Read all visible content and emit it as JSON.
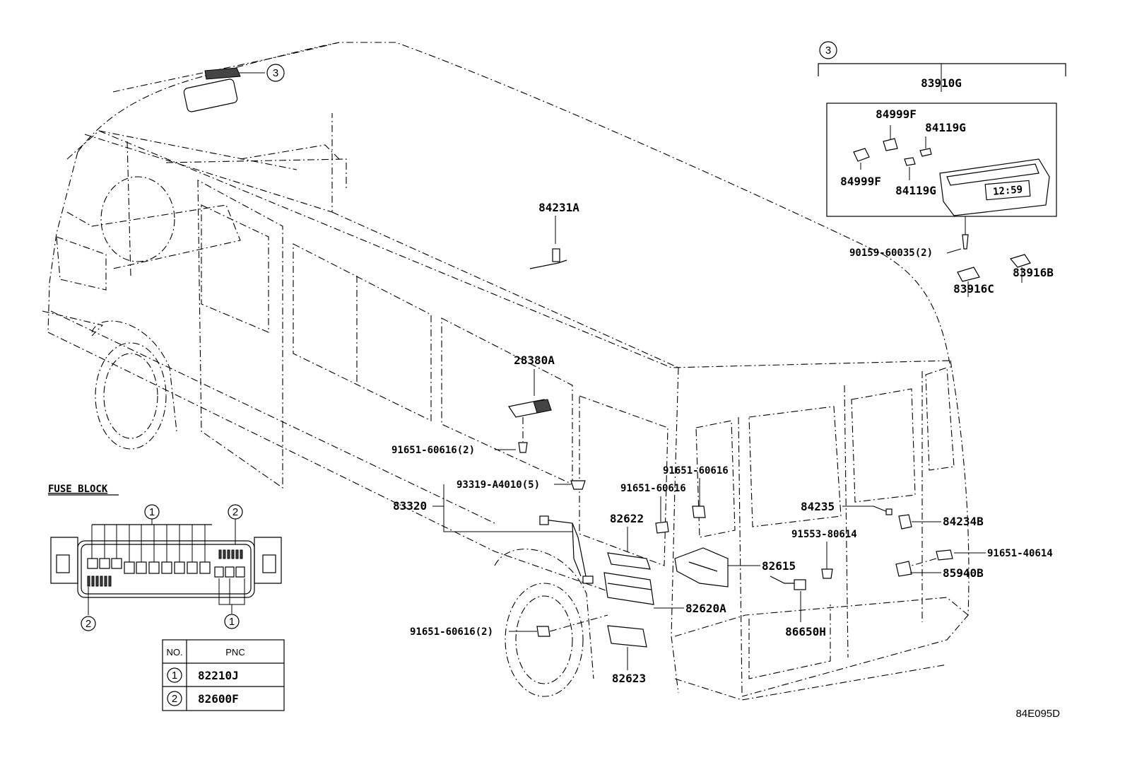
{
  "callouts": {
    "top_circle": "3",
    "inset_circle": "3"
  },
  "inset": {
    "assembly": "83910G",
    "p1": "84999F",
    "p2": "84119G",
    "p3": "84999F",
    "p4": "84119G",
    "clock_text": "12:59",
    "screw": "90159-60035(2)",
    "p5": "83916B",
    "p6": "83916C"
  },
  "parts": {
    "p84231A": "84231A",
    "p28380A": "28380A",
    "bolt1": "91651-60616(2)",
    "clip1": "93319-A4010(5)",
    "p83320": "83320",
    "bolt2": "91651-60616",
    "bolt3": "91651-60616",
    "p82622": "82622",
    "p84235": "84235",
    "p84234B": "84234B",
    "screw2": "91553-80614",
    "bolt4": "91651-40614",
    "p82615": "82615",
    "p85940B": "85940B",
    "p82620A": "82620A",
    "bolt5": "91651-60616(2)",
    "p86650H": "86650H",
    "p82623": "82623"
  },
  "fuse_block": {
    "title": "FUSE BLOCK",
    "c1_top": "1",
    "c2_top": "2",
    "c2_bot": "2",
    "c1_bot": "1"
  },
  "table": {
    "header_no": "NO.",
    "header_pnc": "PNC",
    "rows": [
      {
        "no": "1",
        "pnc": "82210J"
      },
      {
        "no": "2",
        "pnc": "82600F"
      }
    ]
  },
  "figure_code": "84E095D"
}
